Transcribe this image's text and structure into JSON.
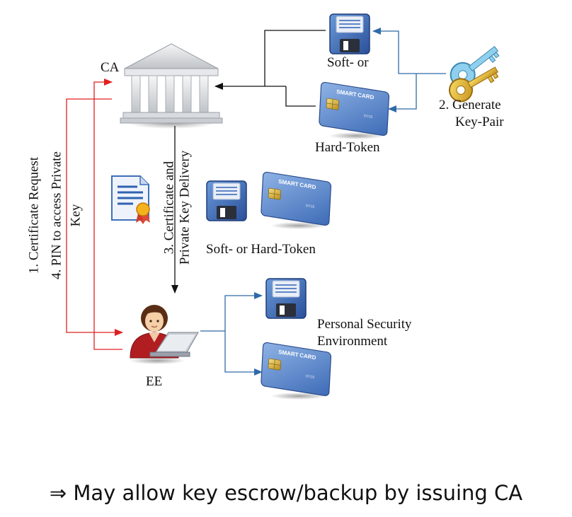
{
  "nodes": {
    "ca": "CA",
    "soft_token": "Soft- or",
    "hard_token": "Hard-Token",
    "generate_line1": "2. Generate",
    "generate_line2": "Key-Pair",
    "soft_or_hard": "Soft- or Hard-Token",
    "ee": "EE",
    "pse_line1": "Personal Security",
    "pse_line2": "Environment"
  },
  "arrows": {
    "request_line1": "1. Certificate Request",
    "request_line2": "4. PIN to access Private",
    "request_line3": "Key",
    "delivery_line1": "3. Certificate and",
    "delivery_line2": "Private Key Delivery"
  },
  "card_text": {
    "smart": "SMART",
    "card": "CARD",
    "exp": "07/15"
  },
  "footer": {
    "arrow": "⇒",
    "text": "May allow key escrow/backup by issuing CA"
  },
  "colors": {
    "red_arrow": "#e02020",
    "blue_arrow": "#2f6aa8",
    "black_arrow": "#111111"
  }
}
